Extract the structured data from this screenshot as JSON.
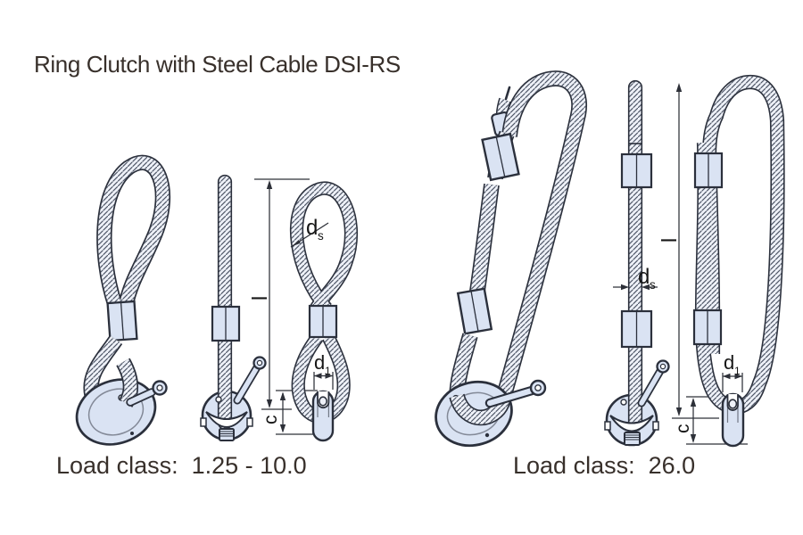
{
  "title": "Ring Clutch with Steel Cable DSI-RS",
  "figures": {
    "left_group": {
      "load_label": "Load class:",
      "load_value": "1.25 - 10.0"
    },
    "right_group": {
      "load_label": "Load class:",
      "load_value": "26.0"
    }
  },
  "dim_labels": {
    "length": "l",
    "clutch_height": "c",
    "diameter_base": "d",
    "diameter_sub_s": "s",
    "diameter_sub_1": "1"
  },
  "colors": {
    "outline": "#2b303c",
    "cable_fill": "#eef1f8",
    "fitting_fill": "#dae3f3",
    "hatch": "#4e5666",
    "dimension": "#2d3038",
    "text": "#38302b",
    "background": "#ffffff"
  }
}
